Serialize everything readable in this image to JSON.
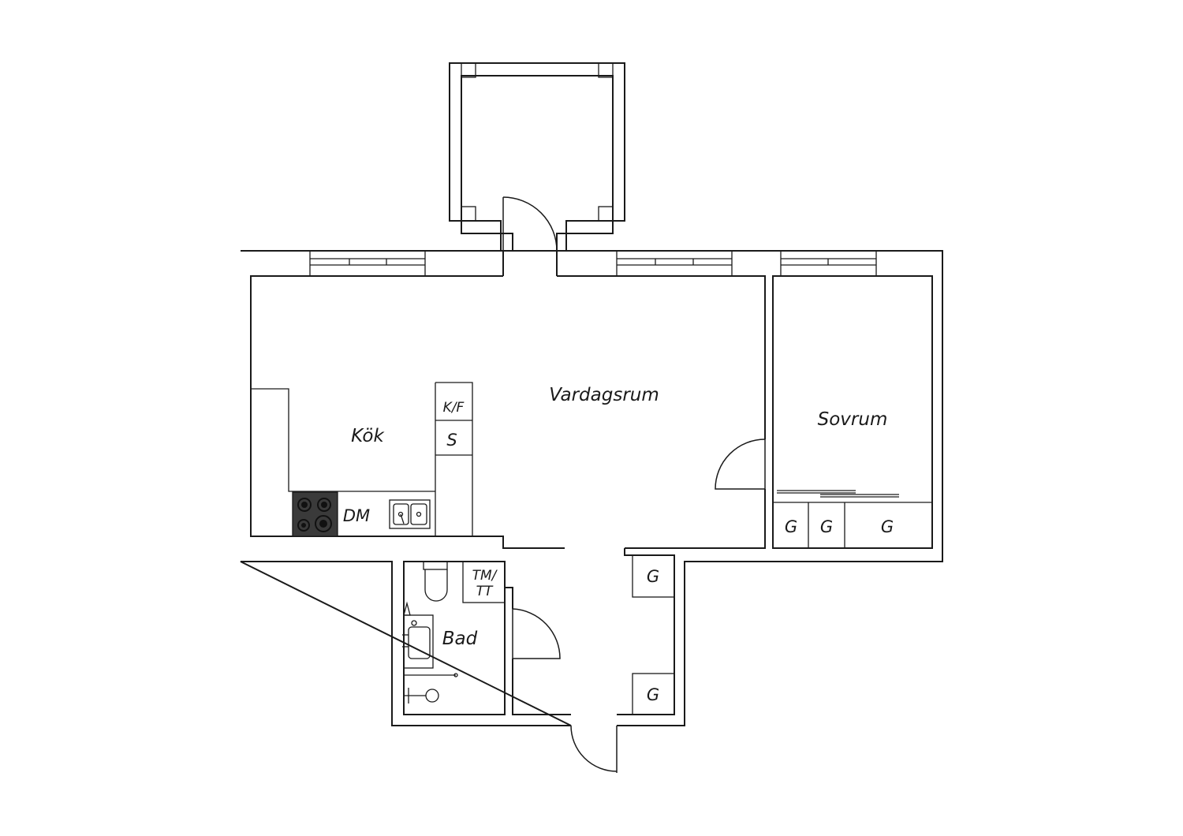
{
  "plan": {
    "rooms": {
      "vardagsrum": "Vardagsrum",
      "kok": "Kök",
      "sovrum": "Sovrum",
      "bad": "Bad"
    },
    "fixtures": {
      "kyl_frys": "K/F",
      "skap": "S",
      "diskmaskin": "DM",
      "tvatt_line1": "TM/",
      "tvatt_line2": "TT",
      "garderob": "G"
    }
  }
}
